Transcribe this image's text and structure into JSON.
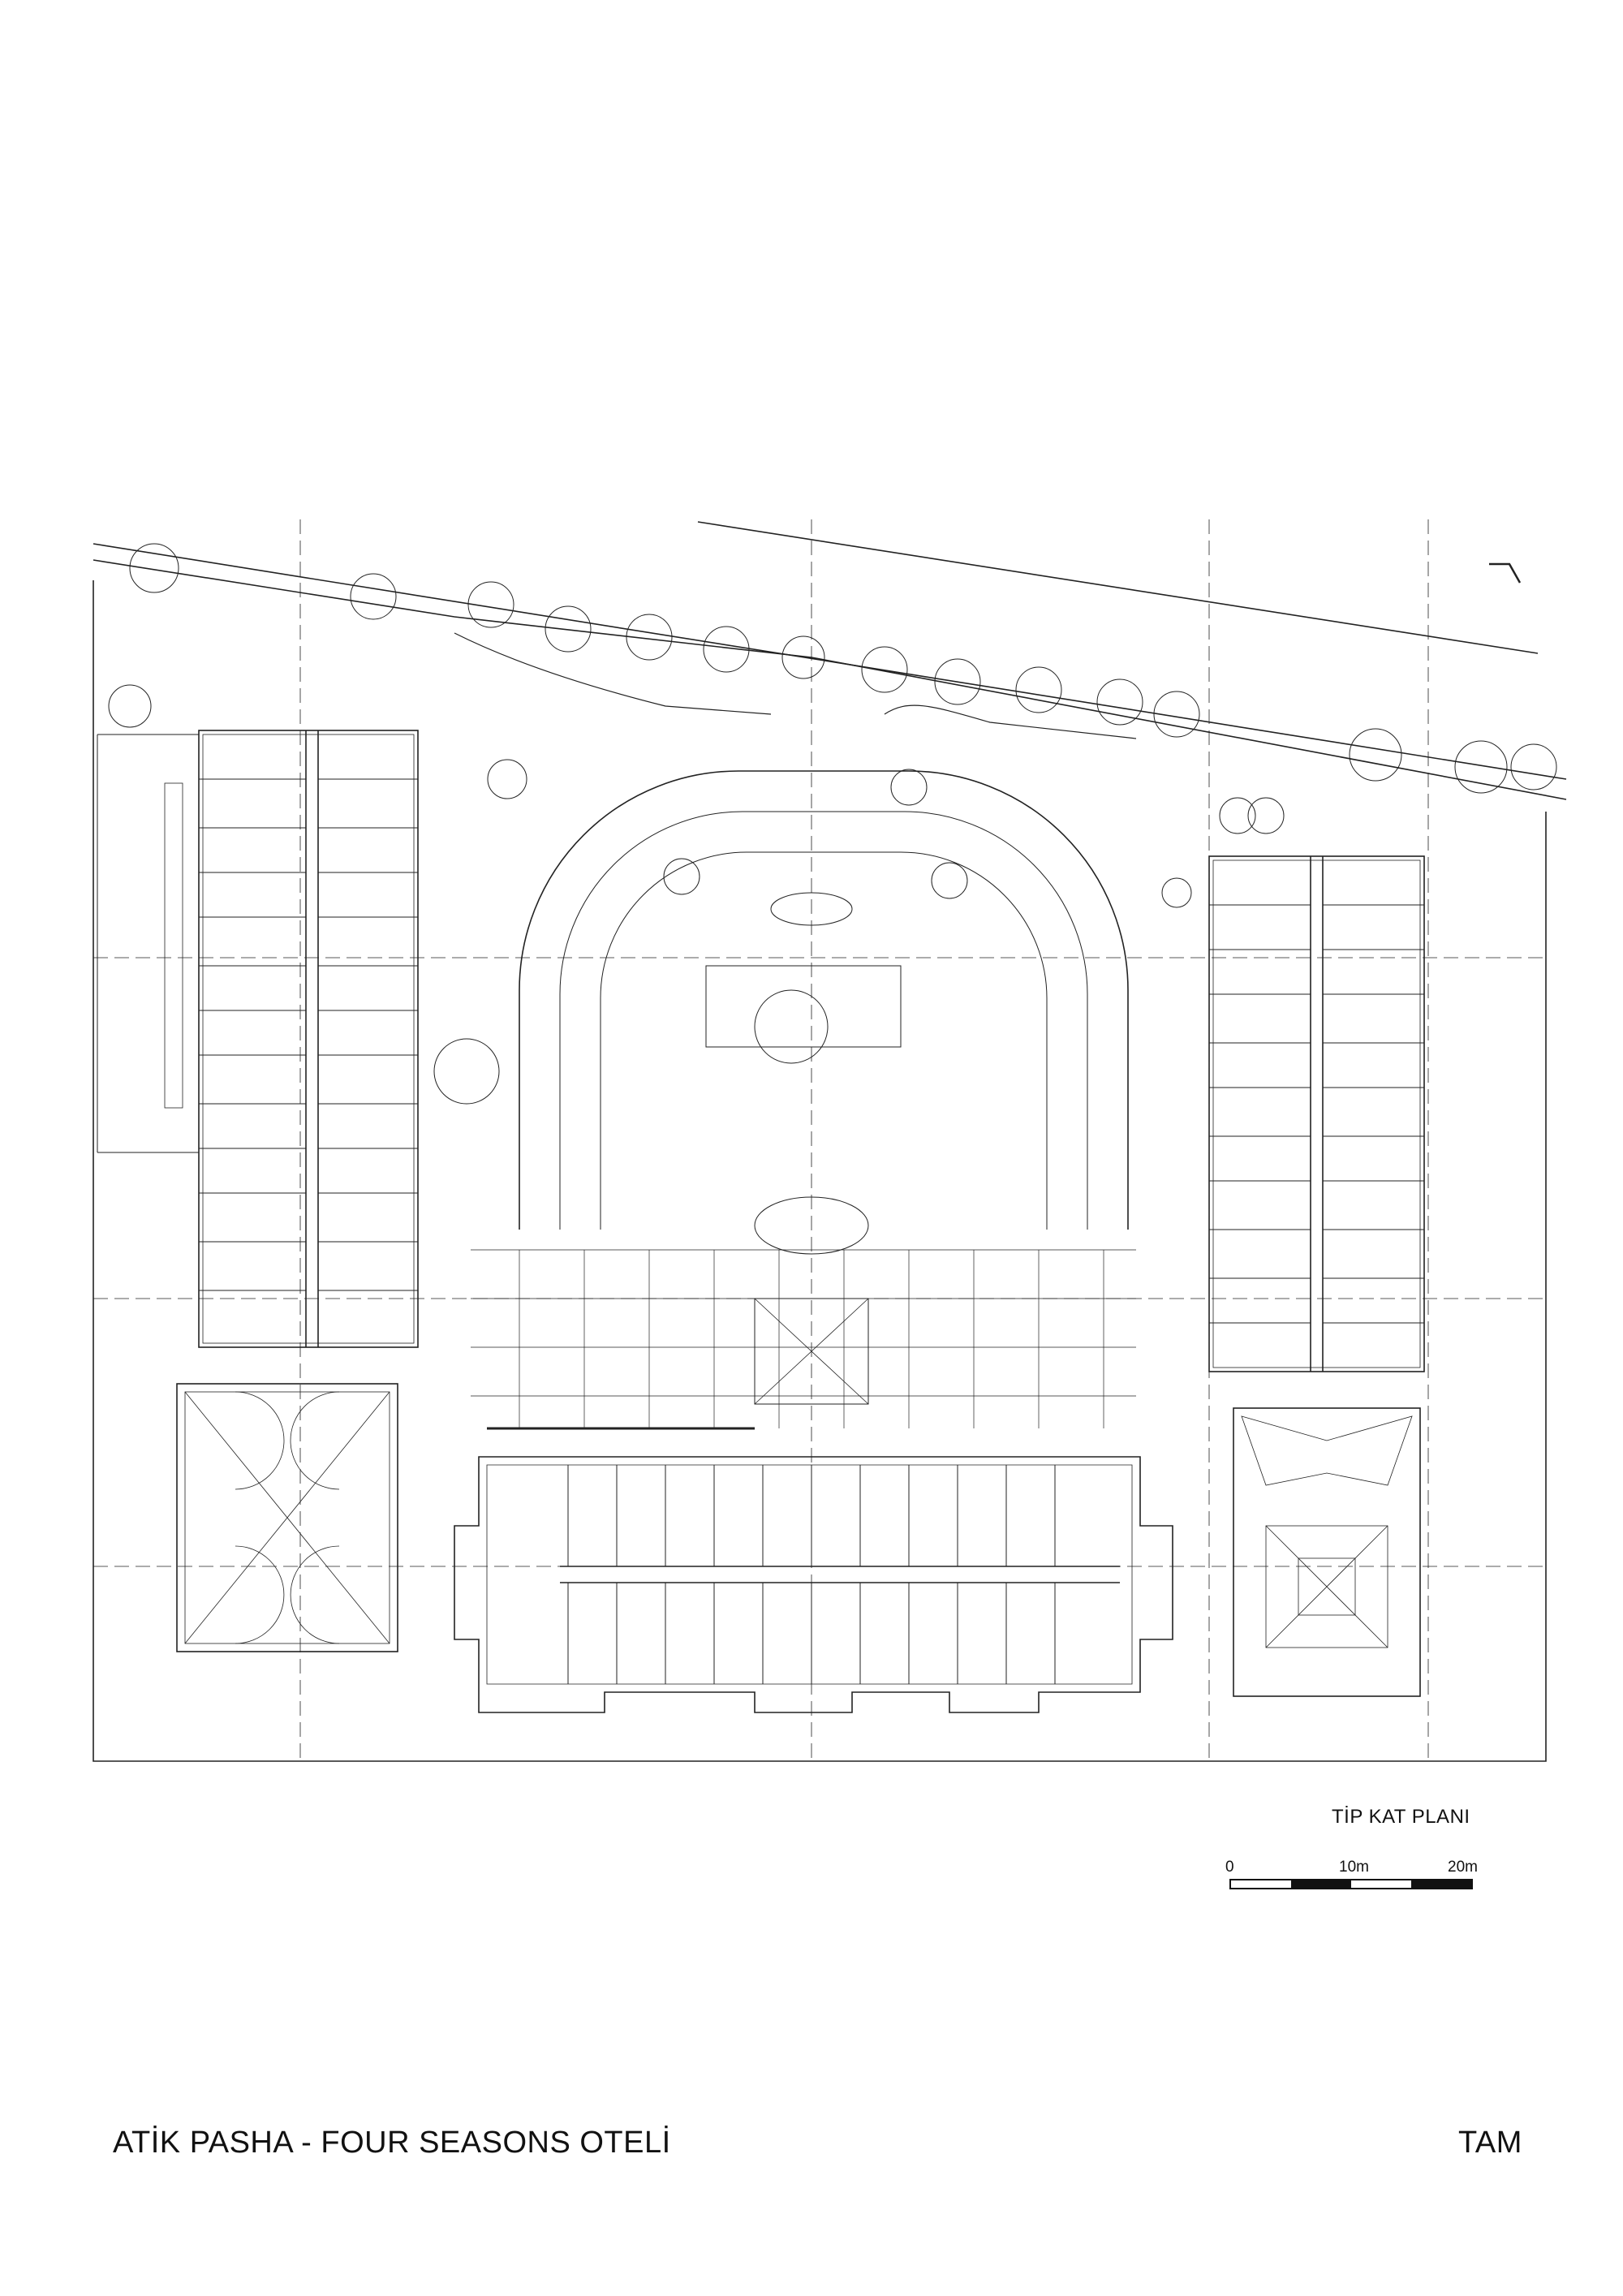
{
  "plan": {
    "title": "TİP KAT PLANI",
    "scale": {
      "labels": [
        "0",
        "10m",
        "20m"
      ],
      "segments": [
        "light",
        "dark",
        "light",
        "dark"
      ]
    }
  },
  "sheet": {
    "title": "ATİK PASHA - FOUR SEASONS OTELİ",
    "code": "TAM"
  },
  "colors": {
    "line": "#111111",
    "background": "#ffffff"
  }
}
